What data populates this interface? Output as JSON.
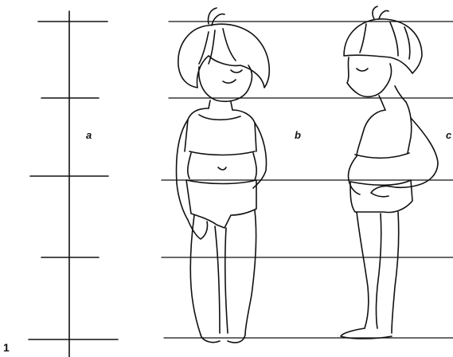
{
  "figure": {
    "number": "1",
    "labels": {
      "a": "a",
      "b": "b",
      "c": "c"
    }
  },
  "colors": {
    "ink": "#111111",
    "background": "#ffffff"
  }
}
